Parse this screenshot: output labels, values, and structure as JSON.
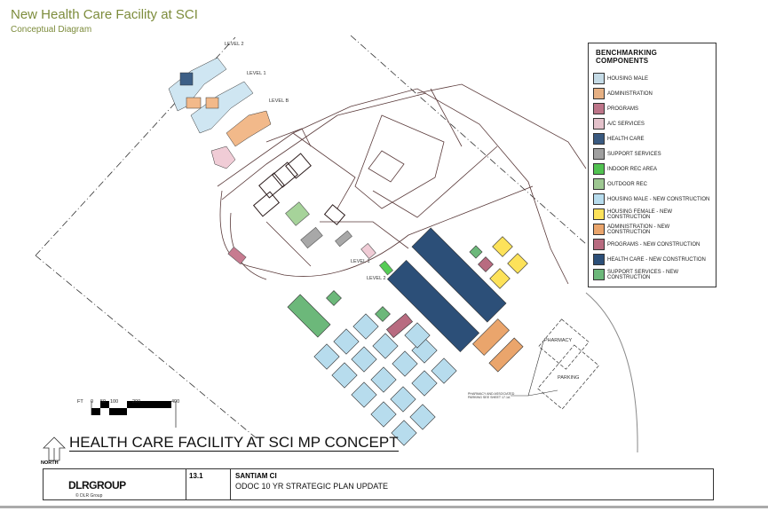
{
  "header": {
    "title": "New Health Care Facility at SCI",
    "subtitle": "Conceptual Diagram"
  },
  "legend": {
    "title": "BENCHMARKING  COMPONENTS",
    "items": [
      {
        "label": "HOUSING MALE",
        "color": "#cfe6f2",
        "hatch": true
      },
      {
        "label": "ADMINISTRATION",
        "color": "#f2b98a",
        "hatch": true
      },
      {
        "label": "PROGRAMS",
        "color": "#c77b90",
        "hatch": true
      },
      {
        "label": "A/C SERVICES",
        "color": "#f0ccd6",
        "hatch": true
      },
      {
        "label": "HEALTH CARE",
        "color": "#3d5f86",
        "hatch": true
      },
      {
        "label": "SUPPORT SERVICES",
        "color": "#a8a8a8",
        "hatch": true
      },
      {
        "label": "INDOOR REC AREA",
        "color": "#55cc55",
        "hatch": true
      },
      {
        "label": "OUTDOOR REC",
        "color": "#a6d39a",
        "hatch": true
      },
      {
        "label": "HOUSING MALE - NEW CONSTRUCTION",
        "color": "#b7dced",
        "hatch": false
      },
      {
        "label": "HOUSING FEMALE - NEW CONSTRUCTION",
        "color": "#fde25a",
        "hatch": false
      },
      {
        "label": "ADMINISTRATION - NEW CONSTRUCTION",
        "color": "#eaa56c",
        "hatch": false
      },
      {
        "label": "PROGRAMS - NEW CONSTRUCTION",
        "color": "#b86b80",
        "hatch": false
      },
      {
        "label": "HEALTH CARE - NEW CONSTRUCTION",
        "color": "#2c4f78",
        "hatch": false
      },
      {
        "label": "SUPPORT SERVICES - NEW CONSTRUCTION",
        "color": "#6cb87a",
        "hatch": false
      }
    ]
  },
  "plan": {
    "level_labels": {
      "level2_top": "LEVEL 2",
      "level1_top": "LEVEL 1",
      "levelb_top": "LEVEL B",
      "level1_mid": "LEVEL 1",
      "level2_mid": "LEVEL 2"
    },
    "pharmacy": "PHARMACY",
    "parking": "PARKING",
    "note": "PHARMACY AND ASSOCIATED PARKING SEE SHEET 17.1A"
  },
  "scale": {
    "unit": "FT",
    "ticks": [
      "0",
      "50",
      "100",
      "200",
      "400"
    ]
  },
  "drawing_title": "HEALTH CARE FACILITY AT SCI MP CONCEPT",
  "north_label": "NORTH",
  "title_block": {
    "logo": "DLRGROUP",
    "copyright": "© DLR Group",
    "sheet": "13.1",
    "project": "SANTIAM CI",
    "description": "ODOC 10 YR STRATEGIC PLAN UPDATE"
  }
}
